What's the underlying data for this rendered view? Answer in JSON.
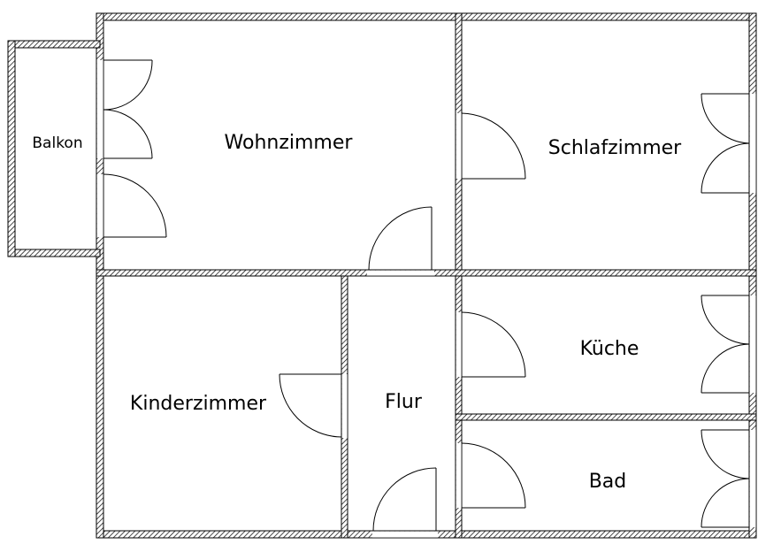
{
  "floor_plan": {
    "rooms": {
      "balkon": "Balkon",
      "wohnzimmer": "Wohnzimmer",
      "schlafzimmer": "Schlafzimmer",
      "kinderzimmer": "Kinderzimmer",
      "flur": "Flur",
      "kueche": "Küche",
      "bad": "Bad"
    },
    "colors": {
      "wall_hatch": "#000000",
      "background": "#ffffff"
    }
  }
}
